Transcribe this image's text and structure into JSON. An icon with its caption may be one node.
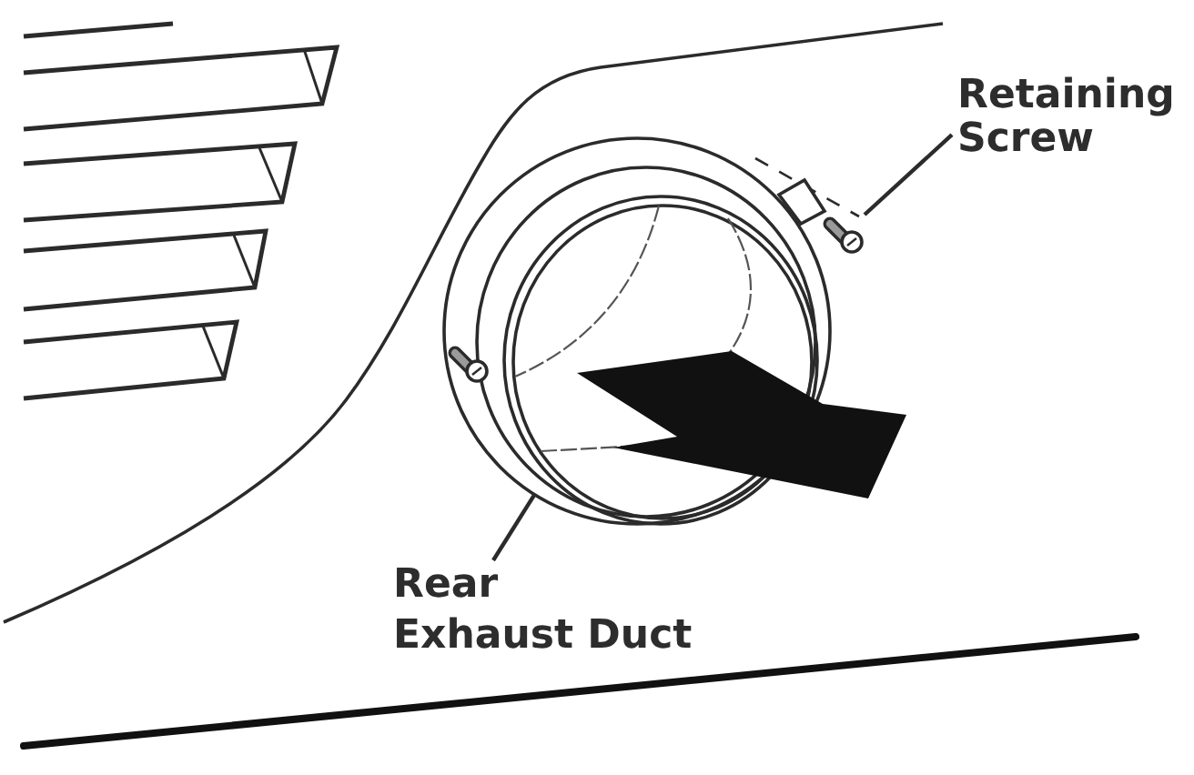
{
  "diagram": {
    "nodes": [
      {
        "text": [
          "Retaining Screw"
        ]
      },
      {
        "text": [],
        "shape": "picture"
      },
      {
        "text": [
          "Rear Exhaust Duct"
        ]
      },
      {
        "text": [],
        "shape": "circle"
      }
    ],
    "edges": [
      {
        "from": 0,
        "to": 1,
        "arrow": "none"
      },
      {
        "from": 2,
        "to": 3,
        "arrow": "none"
      }
    ]
  }
}
